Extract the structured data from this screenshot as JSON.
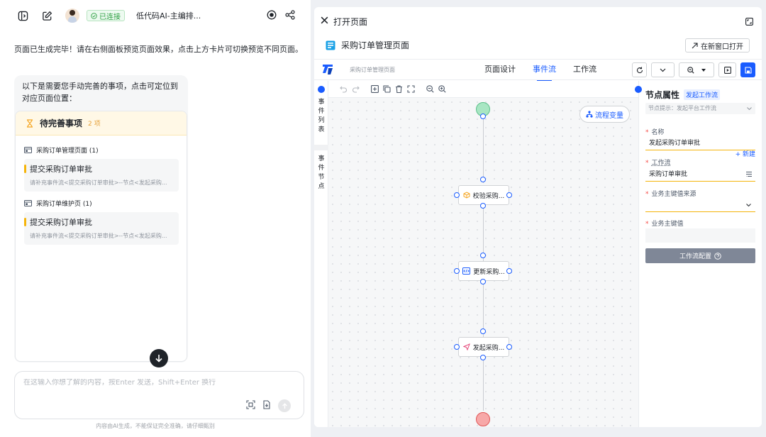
{
  "left_panel": {
    "status_badge": "已连接",
    "session_title": "低代码AI-主编排...",
    "message": "页面已生成完毕！请在右侧面板预览页面效果，点击上方卡片可切换预览不同页面。",
    "bubble_text": "以下是需要您手动完善的事项，点击可定位到对应页面位置：",
    "todo": {
      "title": "待完善事项",
      "count": "2 项",
      "groups": [
        {
          "name": "采购订单管理页面 (1)",
          "item_title": "提交采购订单审批",
          "item_desc": "请补充事件流<提交采购订单审批>--节点<发起采购..."
        },
        {
          "name": "采购订单维护页 (1)",
          "item_title": "提交采购订单审批",
          "item_desc": "请补充事件流<提交采购订单审批>--节点<发起采购..."
        }
      ]
    },
    "input_placeholder": "在这输入你想了解的内容，按Enter 发送，Shift+Enter 换行",
    "disclaimer": "内容由AI生成，不能保证完全准确，请仔细甄别"
  },
  "right_panel": {
    "title": "打开页面",
    "page_name": "采购订单管理页面",
    "open_new_window": "在新窗口打开",
    "breadcrumb": "采购订单管理页面",
    "tabs": [
      "页面设计",
      "事件流",
      "工作流"
    ],
    "active_tab": "事件流",
    "side_tabs": [
      "事件列表",
      "事件节点"
    ],
    "flow_variable_button": "流程变量",
    "nodes": [
      {
        "label": "校验采购..."
      },
      {
        "label": "更新采购..."
      },
      {
        "label": "发起采购..."
      }
    ],
    "properties": {
      "title": "节点属性",
      "badge": "发起工作流",
      "hint": "节点提示：发起平台工作流",
      "name_label": "名称",
      "name_value": "发起采购订单审批",
      "workflow_label": "工作流",
      "new_link": "+ 新建",
      "workflow_value": "采购订单审批",
      "key_source_label": "业务主键值来源",
      "key_value_label": "业务主键值",
      "config_button": "工作流配置"
    },
    "colors": {
      "accent": "#1a5cff",
      "start_node": "#a8e6c3",
      "end_node": "#f7a8a8"
    }
  }
}
